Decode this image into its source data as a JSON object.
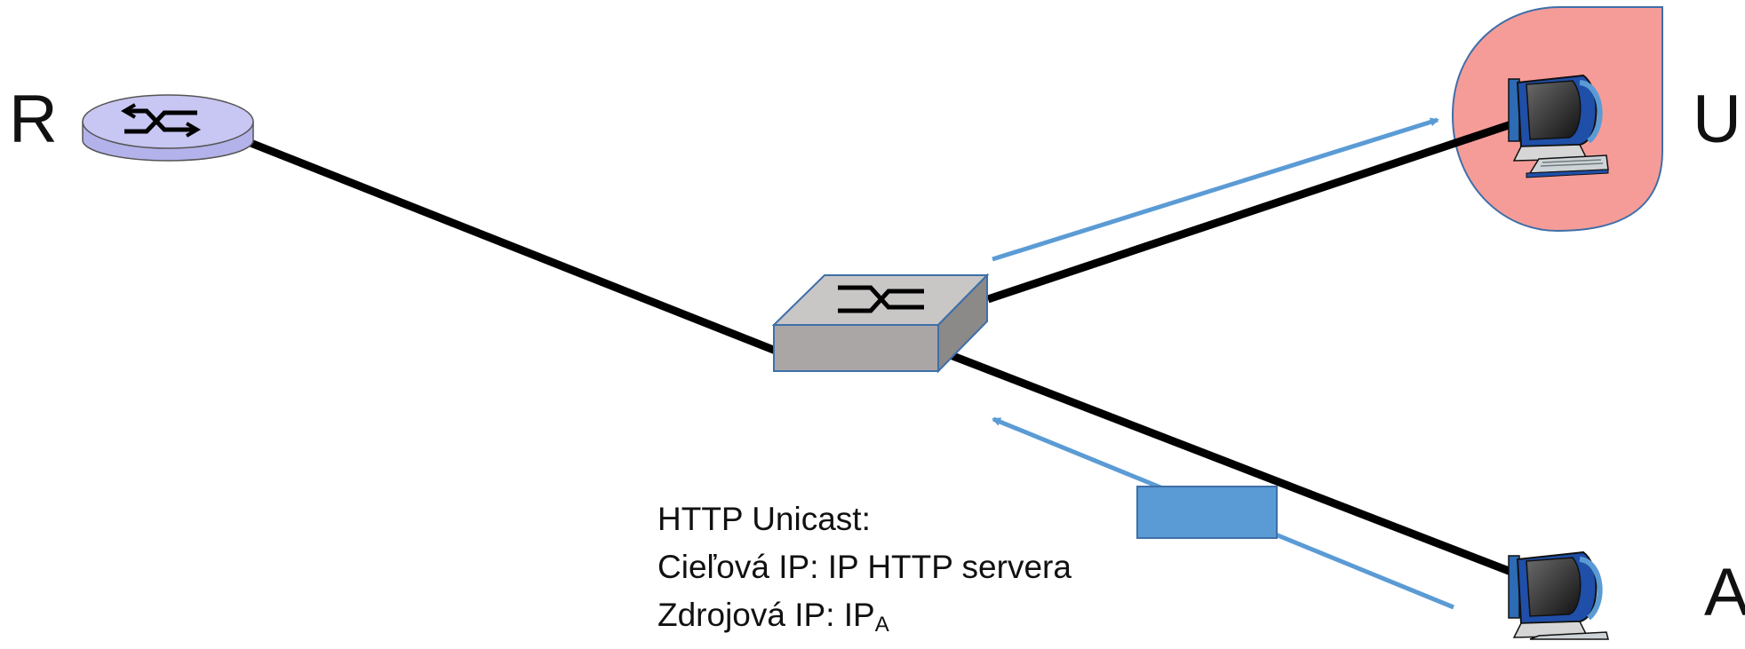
{
  "nodes": {
    "router": {
      "label": "R",
      "icon": "router-icon"
    },
    "switch": {
      "icon": "switch-icon"
    },
    "user_host": {
      "label": "U",
      "icon": "computer-icon",
      "highlight_color": "#f59c99"
    },
    "attacker_host": {
      "label": "A",
      "icon": "computer-icon"
    }
  },
  "links": [
    {
      "from": "router",
      "to": "switch"
    },
    {
      "from": "switch",
      "to": "user_host"
    },
    {
      "from": "switch",
      "to": "attacker_host"
    }
  ],
  "packet": {
    "line1": "HTTP Unicast:",
    "line2": "Cieľová IP: IP HTTP servera",
    "line3_prefix": "Zdrojová IP: IP",
    "line3_subscript": "A"
  },
  "colors": {
    "arrow": "#5b9bd5",
    "packet_fill": "#5b9bd5",
    "link": "#000000",
    "router_fill": "#c8c6f2",
    "switch_fill": "#aaa6a6",
    "highlight": "#f59c99"
  }
}
